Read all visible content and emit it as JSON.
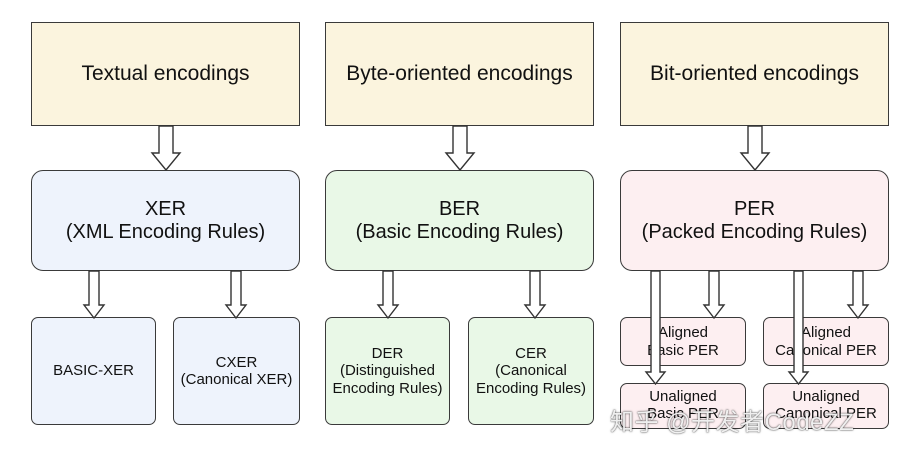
{
  "columns": [
    {
      "category": "Textual encodings",
      "rule_abbr": "XER",
      "rule_name": "(XML Encoding Rules)",
      "leaves": [
        {
          "lines": [
            "BASIC-XER"
          ]
        },
        {
          "lines": [
            "CXER",
            "(Canonical XER)"
          ]
        }
      ]
    },
    {
      "category": "Byte-oriented encodings",
      "rule_abbr": "BER",
      "rule_name": "(Basic Encoding Rules)",
      "leaves": [
        {
          "lines": [
            "DER",
            "(Distinguished",
            "Encoding Rules)"
          ]
        },
        {
          "lines": [
            "CER",
            "(Canonical",
            "Encoding Rules)"
          ]
        }
      ]
    },
    {
      "category": "Bit-oriented encodings",
      "rule_abbr": "PER",
      "rule_name": "(Packed Encoding Rules)",
      "leaves": [
        {
          "lines": [
            "Aligned",
            "Basic PER"
          ]
        },
        {
          "lines": [
            "Aligned",
            "Canonical PER"
          ]
        },
        {
          "lines": [
            "Unaligned",
            "Basic PER"
          ]
        },
        {
          "lines": [
            "Unaligned",
            "Canonical PER"
          ]
        }
      ]
    }
  ],
  "watermark": "知乎 @开发者CodeZZ",
  "colors": {
    "category_fill": "#fbf4de",
    "xer_fill": "#eef3fc",
    "ber_fill": "#e9f8e7",
    "per_fill": "#fdeff1",
    "border": "#3a3a3a"
  }
}
